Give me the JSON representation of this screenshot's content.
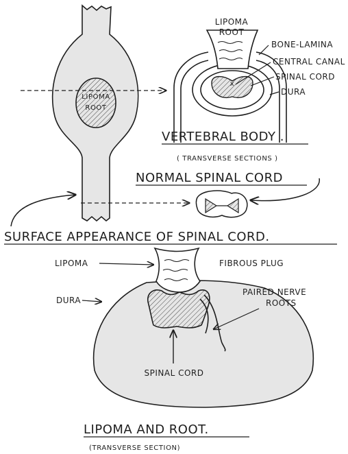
{
  "labels": {
    "lipoma_root_top": [
      "LIPOMA",
      "ROOT"
    ],
    "lipoma_root_inner": [
      "LIPOMA",
      "ROOT"
    ],
    "bone_lamina": "BONE-LAMINA",
    "central_canal": "CENTRAL CANAL",
    "spinal_cord_top": "SPINAL CORD",
    "dura_top": "DURA",
    "vertebral_body": "VERTEBRAL BODY .",
    "transverse_sections": "( TRANSVERSE SECTIONS )",
    "normal_spinal_cord": "NORMAL SPINAL CORD",
    "surface_appearance": "SURFACE APPEARANCE OF SPINAL CORD.",
    "lipoma": "LIPOMA",
    "fibrous_plug": "FIBROUS PLUG",
    "dura_bottom": "DURA",
    "paired_nerve_roots": [
      "PAIRED NERVE",
      "ROOTS"
    ],
    "spinal_cord_bottom": "SPINAL CORD",
    "lipoma_and_root": "LIPOMA AND ROOT.",
    "transverse_section": "(TRANSVERSE SECTION)"
  },
  "colors": {
    "ink": "#1e1e1e",
    "cord_fill": "#e6e6e6",
    "paper": "#ffffff"
  }
}
